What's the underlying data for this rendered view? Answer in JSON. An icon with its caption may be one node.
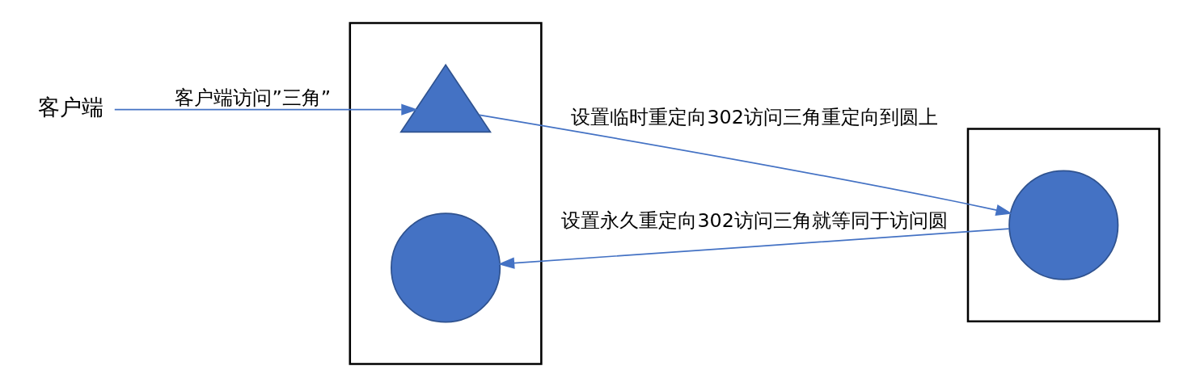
{
  "diagram": {
    "nodes": [
      {
        "text": [
          "客户端"
        ]
      },
      {
        "text": [],
        "shape": "box"
      },
      {
        "text": [],
        "shape": "triangle",
        "in": 1
      },
      {
        "text": [],
        "shape": "circle",
        "in": 1
      },
      {
        "text": [],
        "shape": "box"
      },
      {
        "text": [],
        "shape": "circle",
        "in": 4
      }
    ],
    "edges": [
      {
        "from": 0,
        "to": 2,
        "arrow": "to",
        "label": "客户端访问”三角”"
      },
      {
        "from": 2,
        "to": 5,
        "arrow": "to",
        "label": "设置临时重定向302访问三角重定向到圆上"
      },
      {
        "from": 5,
        "to": 3,
        "arrow": "to",
        "label": "设置永久重定向302访问三角就等同于访问圆"
      }
    ]
  }
}
